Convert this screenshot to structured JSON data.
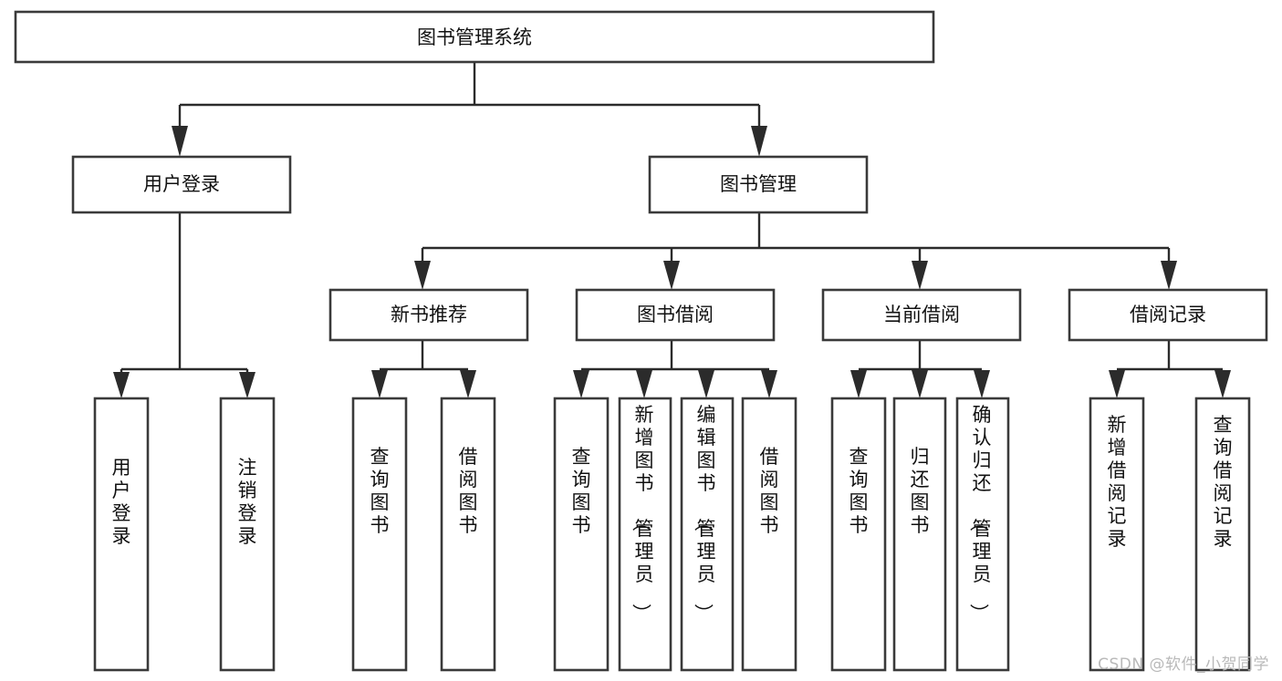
{
  "diagram": {
    "title": "图书管理系统",
    "watermark": "CSDN @软件_小贺同学",
    "root": {
      "label": "图书管理系统",
      "name": "node-root-library-system"
    },
    "level2": [
      {
        "label": "用户登录",
        "name": "node-user-login"
      },
      {
        "label": "图书管理",
        "name": "node-book-management"
      }
    ],
    "level3": [
      {
        "label": "新书推荐",
        "name": "node-new-book-recommend"
      },
      {
        "label": "图书借阅",
        "name": "node-book-borrow"
      },
      {
        "label": "当前借阅",
        "name": "node-current-borrow"
      },
      {
        "label": "借阅记录",
        "name": "node-borrow-record"
      }
    ],
    "leaves": {
      "user_login": [
        {
          "label": "用户登录",
          "name": "leaf-user-login"
        },
        {
          "label": "注销登录",
          "name": "leaf-logout"
        }
      ],
      "new_book_recommend": [
        {
          "label": "查询图书",
          "name": "leaf-query-book-recommend"
        },
        {
          "label": "借阅图书",
          "name": "leaf-borrow-book-recommend"
        }
      ],
      "book_borrow": [
        {
          "label": "查询图书",
          "name": "leaf-query-book-borrow"
        },
        {
          "label": "新增图书（管理员）",
          "name": "leaf-add-book-admin"
        },
        {
          "label": "编辑图书（管理员）",
          "name": "leaf-edit-book-admin"
        },
        {
          "label": "借阅图书",
          "name": "leaf-borrow-book"
        }
      ],
      "current_borrow": [
        {
          "label": "查询图书",
          "name": "leaf-query-book-current"
        },
        {
          "label": "归还图书",
          "name": "leaf-return-book"
        },
        {
          "label": "确认归还（管理员）",
          "name": "leaf-confirm-return-admin"
        }
      ],
      "borrow_record": [
        {
          "label": "新增借阅记录",
          "name": "leaf-add-borrow-record"
        },
        {
          "label": "查询借阅记录",
          "name": "leaf-query-borrow-record"
        }
      ]
    },
    "colors": {
      "box_stroke": "#3a3a3a",
      "connector": "#2b2b2b",
      "background": "#ffffff",
      "text": "#111111",
      "watermark": "#b9b9b9"
    }
  }
}
